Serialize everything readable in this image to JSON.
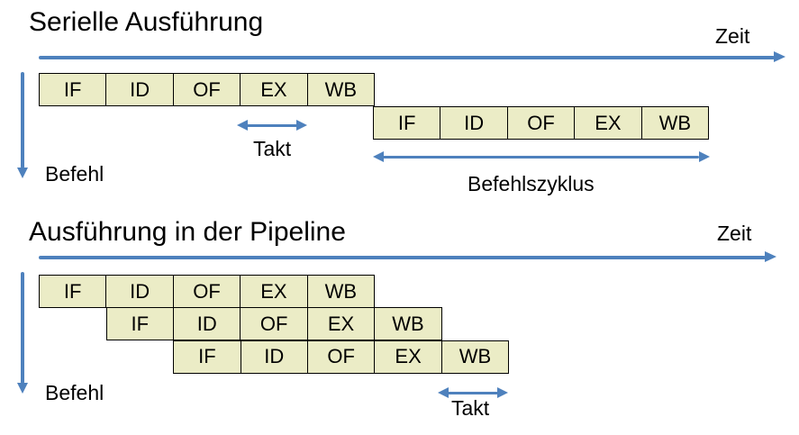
{
  "colors": {
    "blue": "#4e81bd",
    "box_fill": "#ebecc6",
    "box_border": "#000000",
    "text": "#000000"
  },
  "serial": {
    "title": "Serielle Ausführung",
    "zeit_label": "Zeit",
    "befehl_label": "Befehl",
    "takt_label": "Takt",
    "befehlszyklus_label": "Befehlszyklus",
    "rows": [
      {
        "stages": [
          "IF",
          "ID",
          "OF",
          "EX",
          "WB"
        ]
      },
      {
        "stages": [
          "IF",
          "ID",
          "OF",
          "EX",
          "WB"
        ]
      }
    ]
  },
  "pipeline": {
    "title": "Ausführung in der Pipeline",
    "zeit_label": "Zeit",
    "befehl_label": "Befehl",
    "takt_label": "Takt",
    "rows": [
      {
        "stages": [
          "IF",
          "ID",
          "OF",
          "EX",
          "WB"
        ]
      },
      {
        "stages": [
          "IF",
          "ID",
          "OF",
          "EX",
          "WB"
        ]
      },
      {
        "stages": [
          "IF",
          "ID",
          "OF",
          "EX",
          "WB"
        ]
      }
    ]
  }
}
